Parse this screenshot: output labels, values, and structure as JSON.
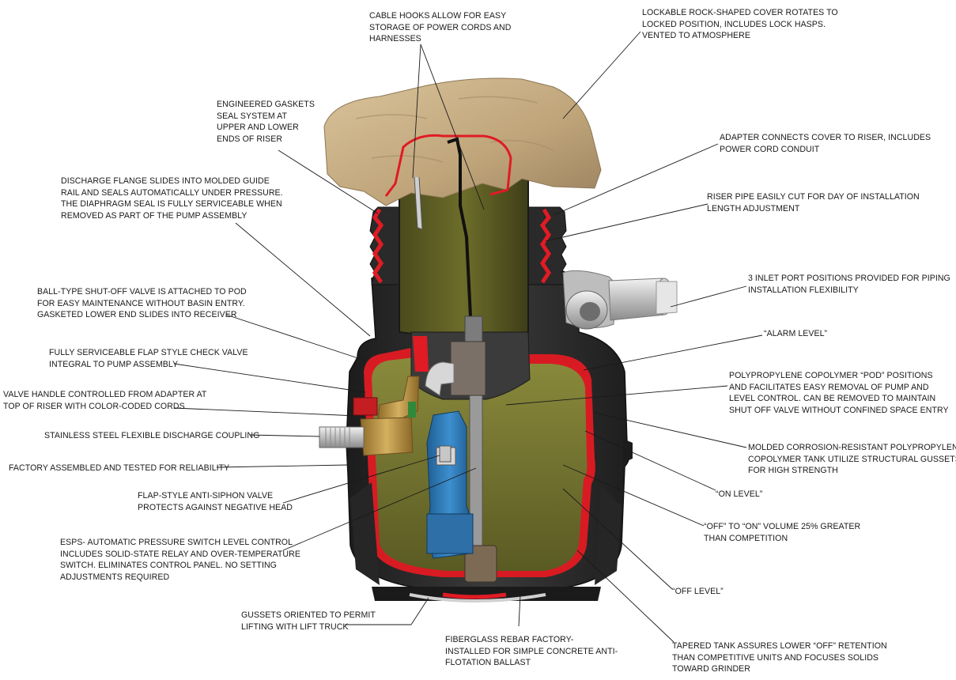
{
  "callouts": [
    {
      "id": "cable-hooks",
      "lines": [
        "CABLE HOOKS ALLOW FOR EASY",
        "STORAGE OF POWER CORDS AND",
        "HARNESSES"
      ]
    },
    {
      "id": "rock-cover",
      "lines": [
        "LOCKABLE ROCK-SHAPED COVER ROTATES TO",
        "LOCKED POSITION, INCLUDES LOCK HASPS.",
        "VENTED TO ATMOSPHERE"
      ]
    },
    {
      "id": "gaskets",
      "lines": [
        "ENGINEERED GASKETS",
        "SEAL SYSTEM AT",
        "UPPER AND LOWER",
        "ENDS OF RISER"
      ]
    },
    {
      "id": "adapter",
      "lines": [
        "ADAPTER CONNECTS COVER TO RISER, INCLUDES",
        "POWER CORD CONDUIT"
      ]
    },
    {
      "id": "discharge-flange",
      "lines": [
        "DISCHARGE FLANGE SLIDES INTO MOLDED GUIDE",
        "RAIL AND SEALS AUTOMATICALLY UNDER PRESSURE.",
        "THE DIAPHRAGM SEAL IS FULLY SERVICEABLE WHEN",
        "REMOVED AS PART OF THE PUMP ASSEMBLY"
      ]
    },
    {
      "id": "riser-pipe",
      "lines": [
        "RISER PIPE EASILY CUT FOR DAY OF INSTALLATION",
        "LENGTH ADJUSTMENT"
      ]
    },
    {
      "id": "inlet-ports",
      "lines": [
        "3 INLET PORT POSITIONS PROVIDED FOR PIPING",
        "INSTALLATION FLEXIBILITY"
      ]
    },
    {
      "id": "ball-valve",
      "lines": [
        "BALL-TYPE SHUT-OFF VALVE IS ATTACHED TO POD",
        "FOR EASY MAINTENANCE WITHOUT BASIN ENTRY.",
        "GASKETED LOWER END SLIDES INTO RECEIVER"
      ]
    },
    {
      "id": "alarm-level",
      "lines": [
        "“ALARM LEVEL”"
      ]
    },
    {
      "id": "check-valve",
      "lines": [
        "FULLY SERVICEABLE FLAP STYLE CHECK VALVE",
        "INTEGRAL TO PUMP ASSEMBLY"
      ]
    },
    {
      "id": "pod",
      "lines": [
        "POLYPROPYLENE COPOLYMER “POD” POSITIONS",
        "AND FACILITATES EASY REMOVAL OF PUMP AND",
        "LEVEL CONTROL. CAN BE REMOVED TO MAINTAIN",
        "SHUT OFF VALVE WITHOUT CONFINED SPACE ENTRY"
      ]
    },
    {
      "id": "valve-handle",
      "lines": [
        "VALVE HANDLE CONTROLLED FROM ADAPTER AT",
        "TOP OF RISER WITH COLOR-CODED CORDS"
      ]
    },
    {
      "id": "coupling",
      "lines": [
        "STAINLESS STEEL FLEXIBLE DISCHARGE COUPLING"
      ]
    },
    {
      "id": "tank",
      "lines": [
        "MOLDED CORROSION-RESISTANT POLYPROPYLENE",
        "COPOLYMER TANK UTILIZE STRUCTURAL GUSSETS",
        "FOR HIGH STRENGTH"
      ]
    },
    {
      "id": "factory-tested",
      "lines": [
        "FACTORY ASSEMBLED AND TESTED FOR RELIABILITY"
      ]
    },
    {
      "id": "on-level",
      "lines": [
        "“ON LEVEL”"
      ]
    },
    {
      "id": "anti-siphon",
      "lines": [
        "FLAP-STYLE ANTI-SIPHON VALVE",
        "PROTECTS AGAINST NEGATIVE HEAD"
      ]
    },
    {
      "id": "volume",
      "lines": [
        "“OFF” TO “ON” VOLUME 25% GREATER",
        "THAN COMPETITION"
      ]
    },
    {
      "id": "esps",
      "lines": [
        "ESPS- AUTOMATIC PRESSURE SWITCH LEVEL CONTROL",
        "INCLUDES SOLID-STATE RELAY AND OVER-TEMPERATURE",
        "SWITCH. ELIMINATES CONTROL PANEL. NO SETTING",
        "ADJUSTMENTS REQUIRED"
      ]
    },
    {
      "id": "off-level",
      "lines": [
        "“OFF LEVEL”"
      ]
    },
    {
      "id": "gussets",
      "lines": [
        "GUSSETS ORIENTED TO PERMIT",
        "LIFTING WITH LIFT TRUCK"
      ]
    },
    {
      "id": "rebar",
      "lines": [
        "FIBERGLASS REBAR FACTORY-",
        "INSTALLED FOR SIMPLE CONCRETE ANTI-",
        "FLOTATION BALLAST"
      ]
    },
    {
      "id": "tapered-tank",
      "lines": [
        "TAPERED TANK ASSURES LOWER “OFF” RETENTION",
        "THAN COMPETITIVE UNITS AND FOCUSES SOLIDS",
        "TOWARD GRINDER"
      ]
    }
  ],
  "colors": {
    "rock": "#c8b08a",
    "tank_shell": "#2b2b2b",
    "gasket_red": "#e01b24",
    "liquid": "#6b6b2c",
    "pump_blue": "#2d7ab8",
    "brass": "#b8923e",
    "label_text": "#1a1a1a"
  }
}
